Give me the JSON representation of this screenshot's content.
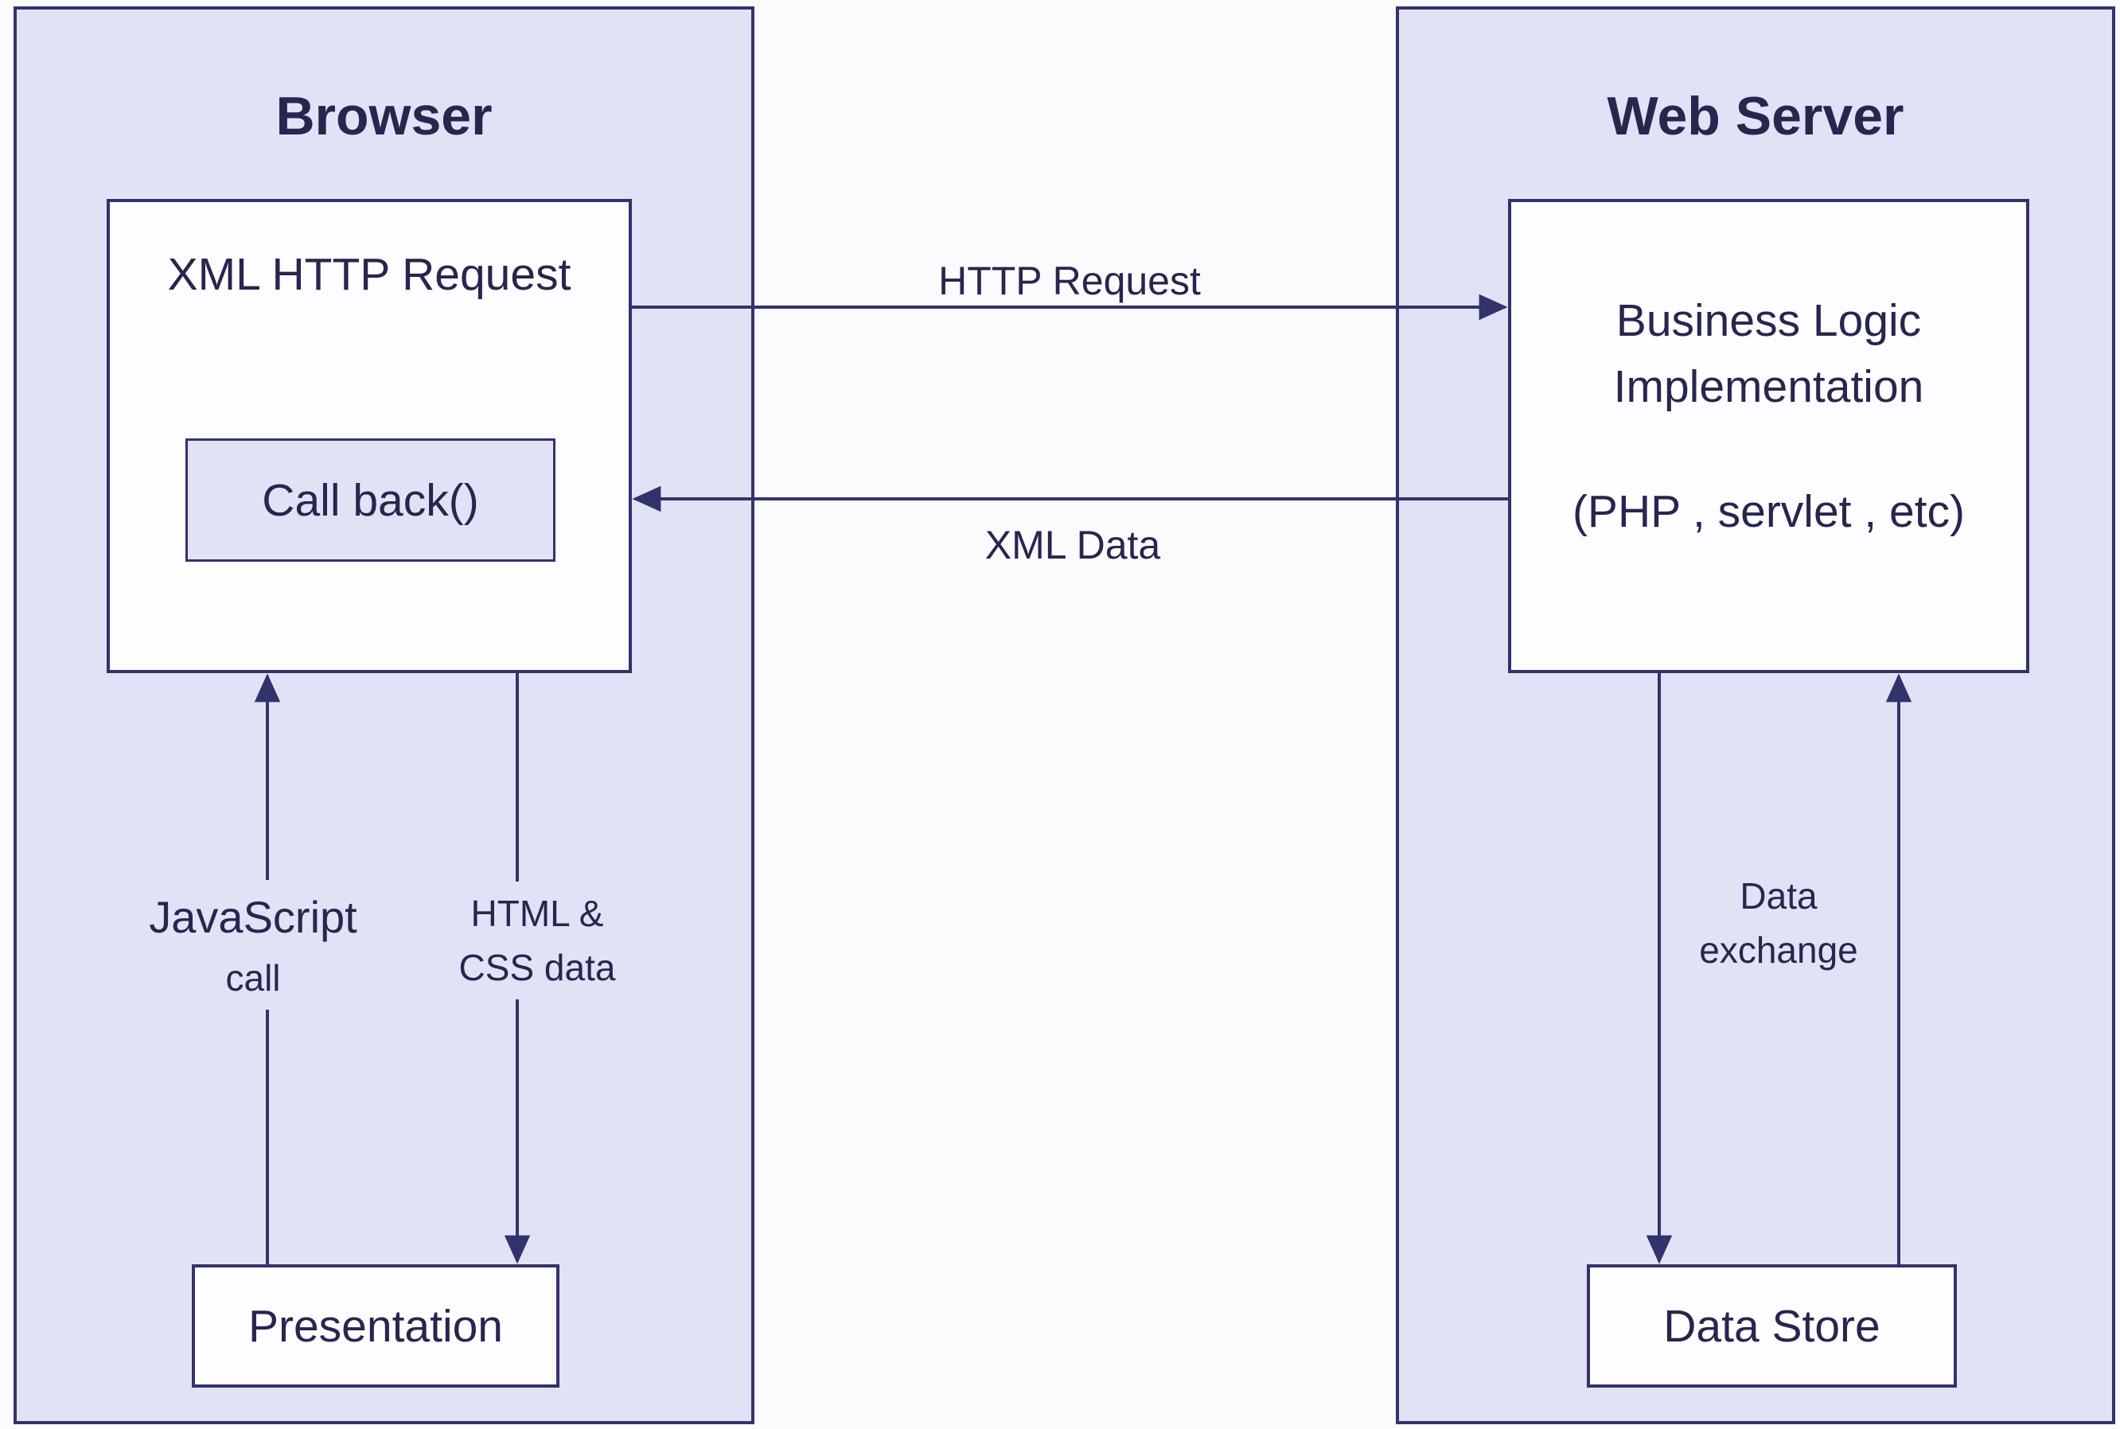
{
  "colors": {
    "page_bg": "#fbfbfd",
    "container_fill": "#e2e2f6",
    "box_fill": "#fdfdff",
    "border": "#33336b",
    "text": "#26264f"
  },
  "browser": {
    "title": "Browser",
    "xhr_box": "XML HTTP Request",
    "callback_box": "Call back()",
    "presentation_box": "Presentation",
    "js_call": {
      "line1": "JavaScript",
      "line2": "call"
    },
    "html_css": {
      "line1": "HTML &",
      "line2": "CSS data"
    }
  },
  "server": {
    "title": "Web Server",
    "business_logic": {
      "line1": "Business Logic",
      "line2": "Implementation",
      "line3": "(PHP , servlet , etc)"
    },
    "data_store": "Data Store",
    "data_exchange": {
      "line1": "Data",
      "line2": "exchange"
    }
  },
  "connections": {
    "http_request": "HTTP Request",
    "xml_data": "XML Data"
  }
}
